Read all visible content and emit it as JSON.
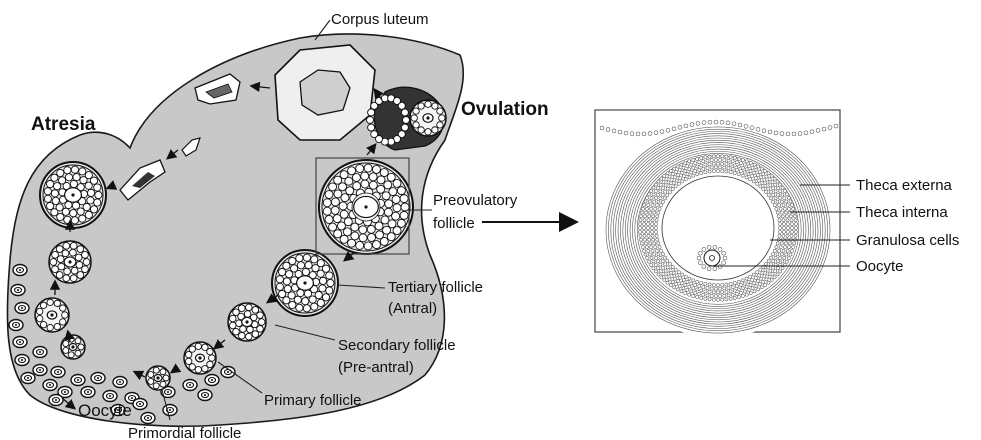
{
  "labels": {
    "corpus_luteum": "Corpus luteum",
    "ovulation": "Ovulation",
    "atresia": "Atresia",
    "preovulatory_line1": "Preovulatory",
    "preovulatory_line2": "follicle",
    "tertiary_line1": "Tertiary follicle",
    "tertiary_line2": "(Antral)",
    "secondary_line1": "Secondary follicle",
    "secondary_line2": "(Pre-antral)",
    "primary": "Primary follicle",
    "oocyte": "Oocyte",
    "primordial": "Primordial follicle"
  },
  "detail_labels": {
    "theca_externa": "Theca externa",
    "theca_interna": "Theca interna",
    "granulosa": "Granulosa cells",
    "oocyte": "Oocyte"
  },
  "colors": {
    "ovary_fill": "#c8c8c8",
    "outline": "#1a1a1a",
    "dark_tissue": "#333333"
  }
}
